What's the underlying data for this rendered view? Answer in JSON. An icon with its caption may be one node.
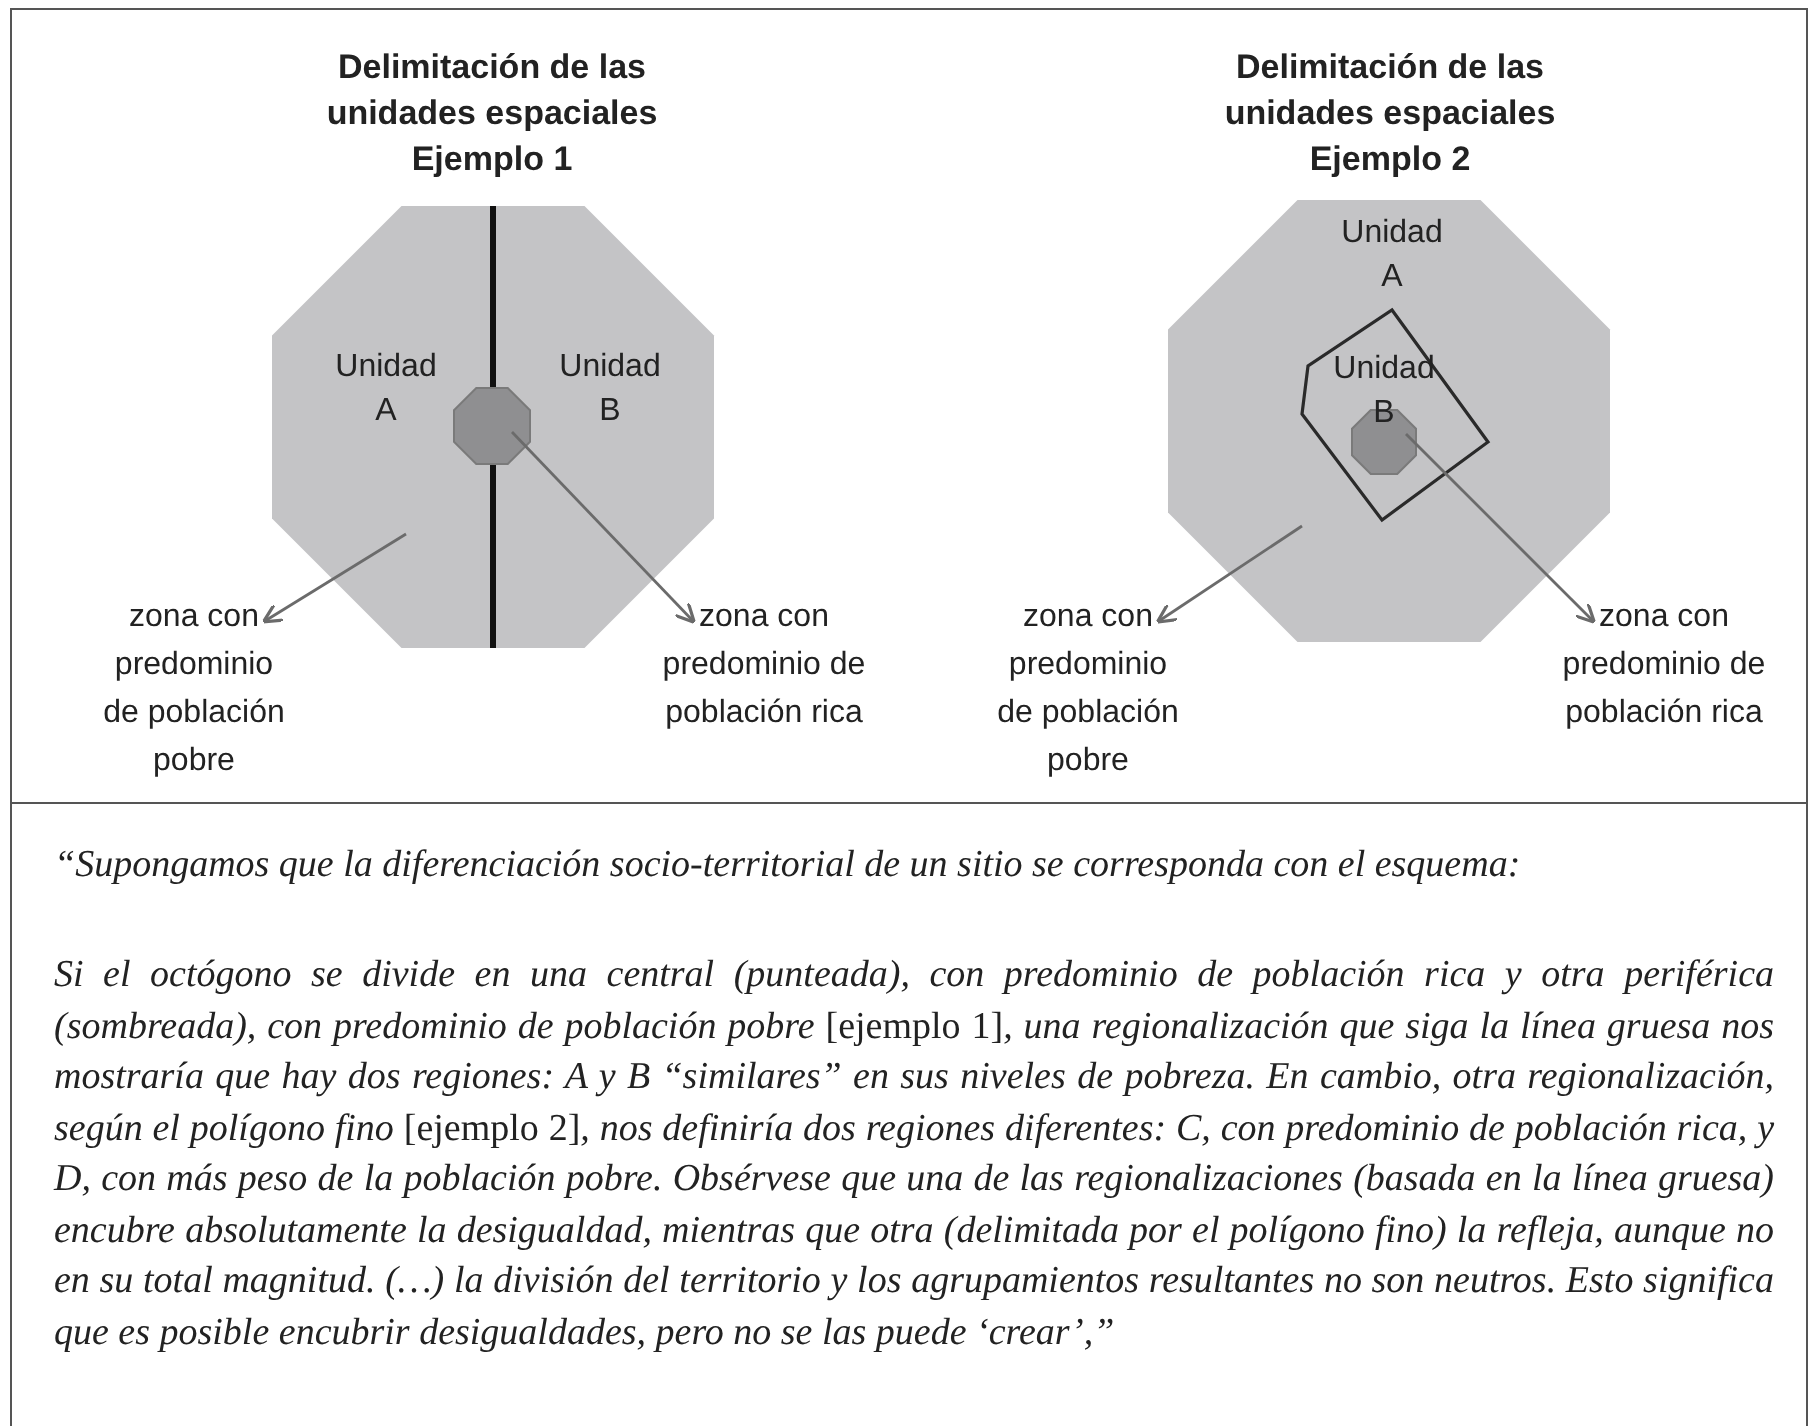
{
  "diagram": {
    "nodes": [
      {
        "text": [
          "Unidad A",
          "Unidad B"
        ]
      },
      {
        "text": [],
        "shape": "octagon",
        "in": 0
      },
      {
        "text": [
          "zona con predominio de población pobre"
        ]
      },
      {
        "text": [
          "zona con predominio de población rica"
        ]
      },
      {
        "text": [
          "Unidad A"
        ]
      },
      {
        "text": [
          "Unidad B"
        ],
        "in": 4
      },
      {
        "text": [],
        "shape": "octagon",
        "in": 5
      },
      {
        "text": [
          "zona con predominio de población pobre"
        ]
      },
      {
        "text": [
          "zona con predominio de población rica"
        ]
      }
    ],
    "edges": [
      {
        "from": null,
        "to": 2,
        "arrow": "to"
      },
      {
        "from": 1,
        "to": 3,
        "arrow": "to"
      },
      {
        "from": null,
        "to": 7,
        "arrow": "to"
      },
      {
        "from": 6,
        "to": 8,
        "arrow": "to"
      }
    ],
    "labels": [
      "Delimitación de las unidades espaciales Ejemplo 1",
      "Delimitación de las unidades espaciales Ejemplo 2",
      "“Supongamos que la diferenciación socio-territorial de un sitio se corresponda con el esquema:",
      "*Si el octógono se divide en una central (punteada), con predominio de población rica y otra periférica (sombreada), con predominio de población pobre* [ejemplo 1]*, una regionalización que siga la línea gruesa nos mostraría que hay dos regiones: A y B “similares” en sus niveles de pobreza. En cambio, otra regionalización, según el polígono fino* [ejemplo 2]*, nos definiría dos regiones diferentes: C, con predominio de población rica, y D, con más peso de la población pobre. Obsérvese que una de las regionalizaciones (basada en la línea gruesa) encubre absolutamente la desigualdad, mientras que otra (delimitada por el polígono fino) la refleja, aunque no en su total magnitud. (…) la división del territorio y los agrupamientos resultantes no son neutros. Esto significa que es posible encubrir desigualdades, pero no se las puede ‘crear’,”*"
    ]
  }
}
